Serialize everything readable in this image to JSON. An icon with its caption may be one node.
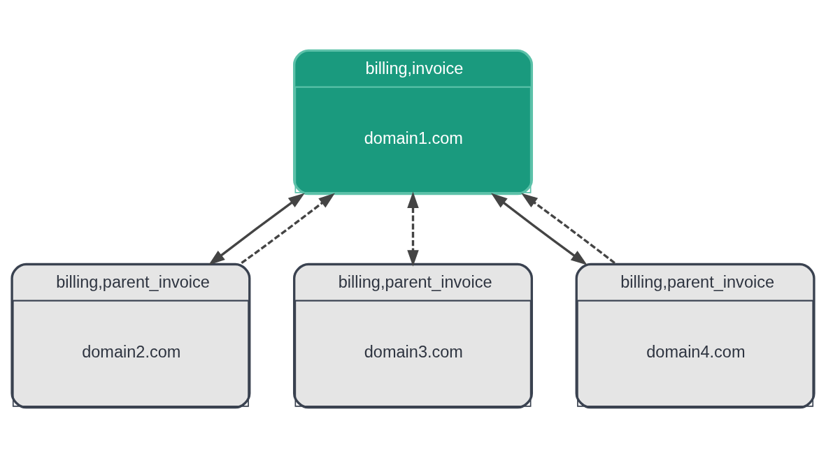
{
  "diagram": {
    "nodes": [
      {
        "text": [
          "billing,invoice",
          "domain1.com"
        ]
      },
      {
        "text": [
          "billing,parent_invoice",
          "domain2.com"
        ]
      },
      {
        "text": [
          "billing,parent_invoice",
          "domain3.com"
        ]
      },
      {
        "text": [
          "billing,parent_invoice",
          "domain4.com"
        ]
      }
    ],
    "edges": [
      {
        "from": 0,
        "to": 1,
        "arrow": "both"
      },
      {
        "from": 0,
        "to": 2,
        "arrow": "both",
        "style": "dashed"
      },
      {
        "from": 0,
        "to": 3,
        "arrow": "both"
      },
      {
        "from": 1,
        "to": 0,
        "arrow": "to",
        "style": "dashed"
      },
      {
        "from": 3,
        "to": 0,
        "arrow": "to",
        "style": "dashed"
      }
    ]
  }
}
